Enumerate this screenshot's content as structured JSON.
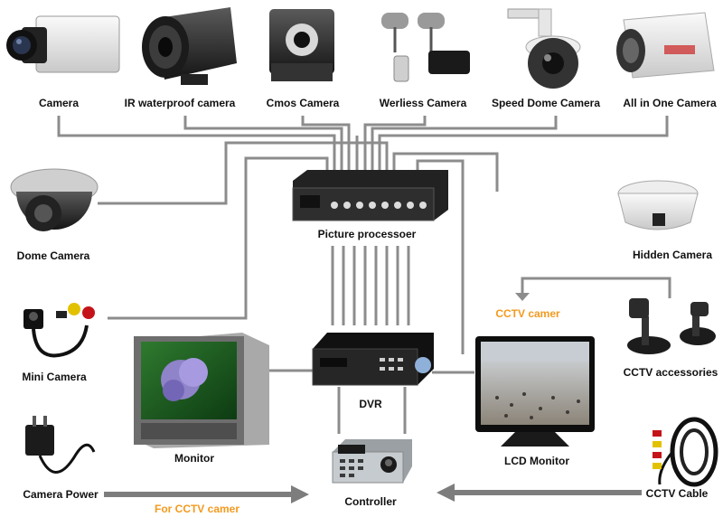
{
  "labels": {
    "camera": "Camera",
    "ir_camera": "IR waterproof camera",
    "cmos_camera": "Cmos Camera",
    "wireless_camera": "Werliess Camera",
    "speed_dome_camera": "Speed Dome Camera",
    "all_in_one_camera": "All in One Camera",
    "dome_camera": "Dome Camera",
    "hidden_camera": "Hidden Camera",
    "picture_processor": "Picture processoer",
    "cctv_camer_top": "CCTV camer",
    "mini_camera": "Mini Camera",
    "cctv_accessories": "CCTV accessories",
    "dvr": "DVR",
    "monitor": "Monitor",
    "lcd_monitor": "LCD Monitor",
    "camera_power": "Camera Power",
    "controller": "Controller",
    "cctv_cable": "CCTV Cable",
    "for_cctv_camer": "For CCTV camer"
  },
  "colors": {
    "line": "#8c8c8c",
    "accent_orange": "#f39a1e",
    "arrow": "#7d7d7d"
  }
}
